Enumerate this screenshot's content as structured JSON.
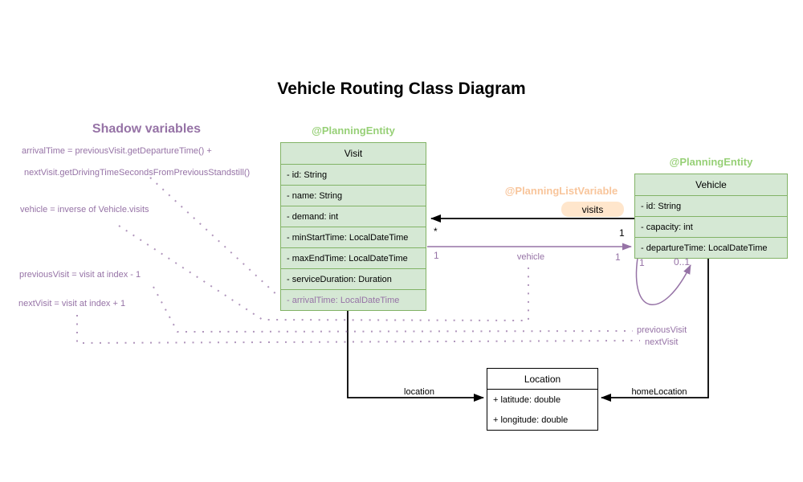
{
  "title": "Vehicle Routing Class Diagram",
  "shadow": {
    "heading": "Shadow variables",
    "lines": [
      "arrivalTime = previousVisit.getDepartureTime() +",
      "nextVisit.getDrivingTimeSecondsFromPreviousStandstill()",
      "vehicle = inverse of Vehicle.visits",
      "previousVisit = visit at index - 1",
      "nextVisit = visit at index + 1"
    ]
  },
  "classes": {
    "visit": {
      "annotation": "@PlanningEntity",
      "name": "Visit",
      "fields": [
        "- id: String",
        "- name: String",
        "- demand: int",
        "- minStartTime: LocalDateTime",
        "- maxEndTime: LocalDateTime",
        "- serviceDuration: Duration",
        "- arrivalTime: LocalDateTime"
      ]
    },
    "vehicle": {
      "annotation": "@PlanningEntity",
      "name": "Vehicle",
      "fields": [
        "- id: String",
        "- capacity: int",
        "- departureTime: LocalDateTime"
      ]
    },
    "location": {
      "name": "Location",
      "fields": [
        "+ latitude: double",
        "+ longitude: double"
      ]
    }
  },
  "relations": {
    "visits": {
      "annotation": "@PlanningListVariable",
      "label": "visits",
      "mult_visit_side": "*",
      "mult_vehicle_side": "1"
    },
    "vehicle": {
      "label": "vehicle",
      "mult_visit_side": "1",
      "mult_vehicle_side": "1"
    },
    "next_prev": {
      "mult_source": "1",
      "mult_target": "0..1",
      "label_previous": "previousVisit",
      "label_next": "nextVisit"
    },
    "location": {
      "label": "location"
    },
    "home_location": {
      "label": "homeLocation"
    }
  },
  "colors": {
    "purple": "#9673a6",
    "green_fill": "#d5e8d4",
    "green_stroke": "#82b366",
    "green_text": "#97d077",
    "orange_text": "#f8c59b",
    "orange_fill": "#ffe6cc",
    "black": "#000000"
  }
}
